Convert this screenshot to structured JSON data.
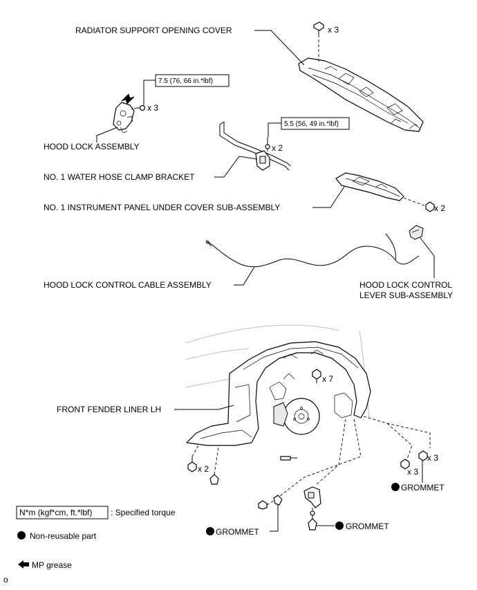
{
  "labels": {
    "radiator_cover": "RADIATOR SUPPORT OPENING COVER",
    "hood_lock": "HOOD LOCK ASSEMBLY",
    "water_hose_bracket": "NO. 1 WATER HOSE CLAMP BRACKET",
    "under_cover": "NO. 1 INSTRUMENT PANEL UNDER COVER SUB-ASSEMBLY",
    "control_cable": "HOOD LOCK CONTROL CABLE ASSEMBLY",
    "lever_line1": "HOOD LOCK CONTROL",
    "lever_line2": "LEVER SUB-ASSEMBLY",
    "fender_liner": "FRONT FENDER LINER LH",
    "grommet_right": "GROMMET",
    "grommet_left": "GROMMET",
    "grommet_bottom": "GROMMET"
  },
  "torques": {
    "hood_lock": "7.5 (76, 66 in.*lbf)",
    "water_hose": "5.5 (56, 49 in.*lbf)"
  },
  "counts": {
    "cover_clips": "x 3",
    "hood_bolts": "x 3",
    "bracket_bolt": "x 2",
    "under_cover_clips": "x 2",
    "liner_clips": "x 7",
    "liner_front_clips": "x 2",
    "right_upper": "x 3",
    "right_lower": "x 3"
  },
  "legend": {
    "torque_box": "N*m (kgf*cm, ft.*lbf)",
    "torque_desc": ": Specified torque",
    "nonreusable": "Non-reusable part",
    "grease": "MP grease"
  },
  "footer": "o"
}
